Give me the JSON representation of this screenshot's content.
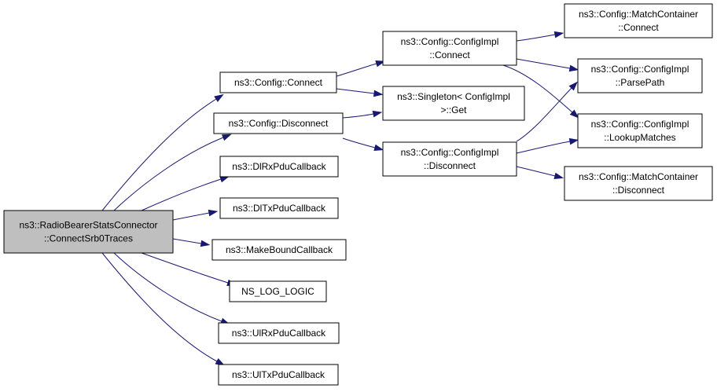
{
  "diagram": {
    "nodes": [
      {
        "id": "root",
        "lines": [
          "ns3::RadioBearerStatsConnector",
          "::ConnectSrb0Traces"
        ],
        "highlighted": true
      },
      {
        "id": "connect",
        "lines": [
          "ns3::Config::Connect"
        ]
      },
      {
        "id": "disconnect",
        "lines": [
          "ns3::Config::Disconnect"
        ]
      },
      {
        "id": "dlrx",
        "lines": [
          "ns3::DlRxPduCallback"
        ]
      },
      {
        "id": "dltx",
        "lines": [
          "ns3::DlTxPduCallback"
        ]
      },
      {
        "id": "makebound",
        "lines": [
          "ns3::MakeBoundCallback"
        ]
      },
      {
        "id": "nslog",
        "lines": [
          "NS_LOG_LOGIC"
        ]
      },
      {
        "id": "ulrx",
        "lines": [
          "ns3::UlRxPduCallback"
        ]
      },
      {
        "id": "ultx",
        "lines": [
          "ns3::UlTxPduCallback"
        ]
      },
      {
        "id": "impl_connect",
        "lines": [
          "ns3::Config::ConfigImpl",
          "::Connect"
        ]
      },
      {
        "id": "singleton",
        "lines": [
          "ns3::Singleton< ConfigImpl",
          " >::Get"
        ]
      },
      {
        "id": "impl_disconnect",
        "lines": [
          "ns3::Config::ConfigImpl",
          "::Disconnect"
        ]
      },
      {
        "id": "mc_connect",
        "lines": [
          "ns3::Config::MatchContainer",
          "::Connect"
        ]
      },
      {
        "id": "parsepath",
        "lines": [
          "ns3::Config::ConfigImpl",
          "::ParsePath"
        ]
      },
      {
        "id": "lookup",
        "lines": [
          "ns3::Config::ConfigImpl",
          "::LookupMatches"
        ]
      },
      {
        "id": "mc_disconnect",
        "lines": [
          "ns3::Config::MatchContainer",
          "::Disconnect"
        ]
      }
    ],
    "edges": [
      {
        "from": "root",
        "to": "connect"
      },
      {
        "from": "root",
        "to": "disconnect"
      },
      {
        "from": "root",
        "to": "dlrx"
      },
      {
        "from": "root",
        "to": "dltx"
      },
      {
        "from": "root",
        "to": "makebound"
      },
      {
        "from": "root",
        "to": "nslog"
      },
      {
        "from": "root",
        "to": "ulrx"
      },
      {
        "from": "root",
        "to": "ultx"
      },
      {
        "from": "connect",
        "to": "impl_connect"
      },
      {
        "from": "connect",
        "to": "singleton"
      },
      {
        "from": "disconnect",
        "to": "singleton"
      },
      {
        "from": "disconnect",
        "to": "impl_disconnect"
      },
      {
        "from": "impl_connect",
        "to": "mc_connect"
      },
      {
        "from": "impl_connect",
        "to": "parsepath"
      },
      {
        "from": "impl_connect",
        "to": "lookup"
      },
      {
        "from": "impl_disconnect",
        "to": "parsepath"
      },
      {
        "from": "impl_disconnect",
        "to": "lookup"
      },
      {
        "from": "impl_disconnect",
        "to": "mc_disconnect"
      }
    ],
    "colors": {
      "edge": "#191970",
      "node_border": "#000000",
      "root_fill": "#bfbfbf",
      "node_fill": "#ffffff"
    }
  }
}
